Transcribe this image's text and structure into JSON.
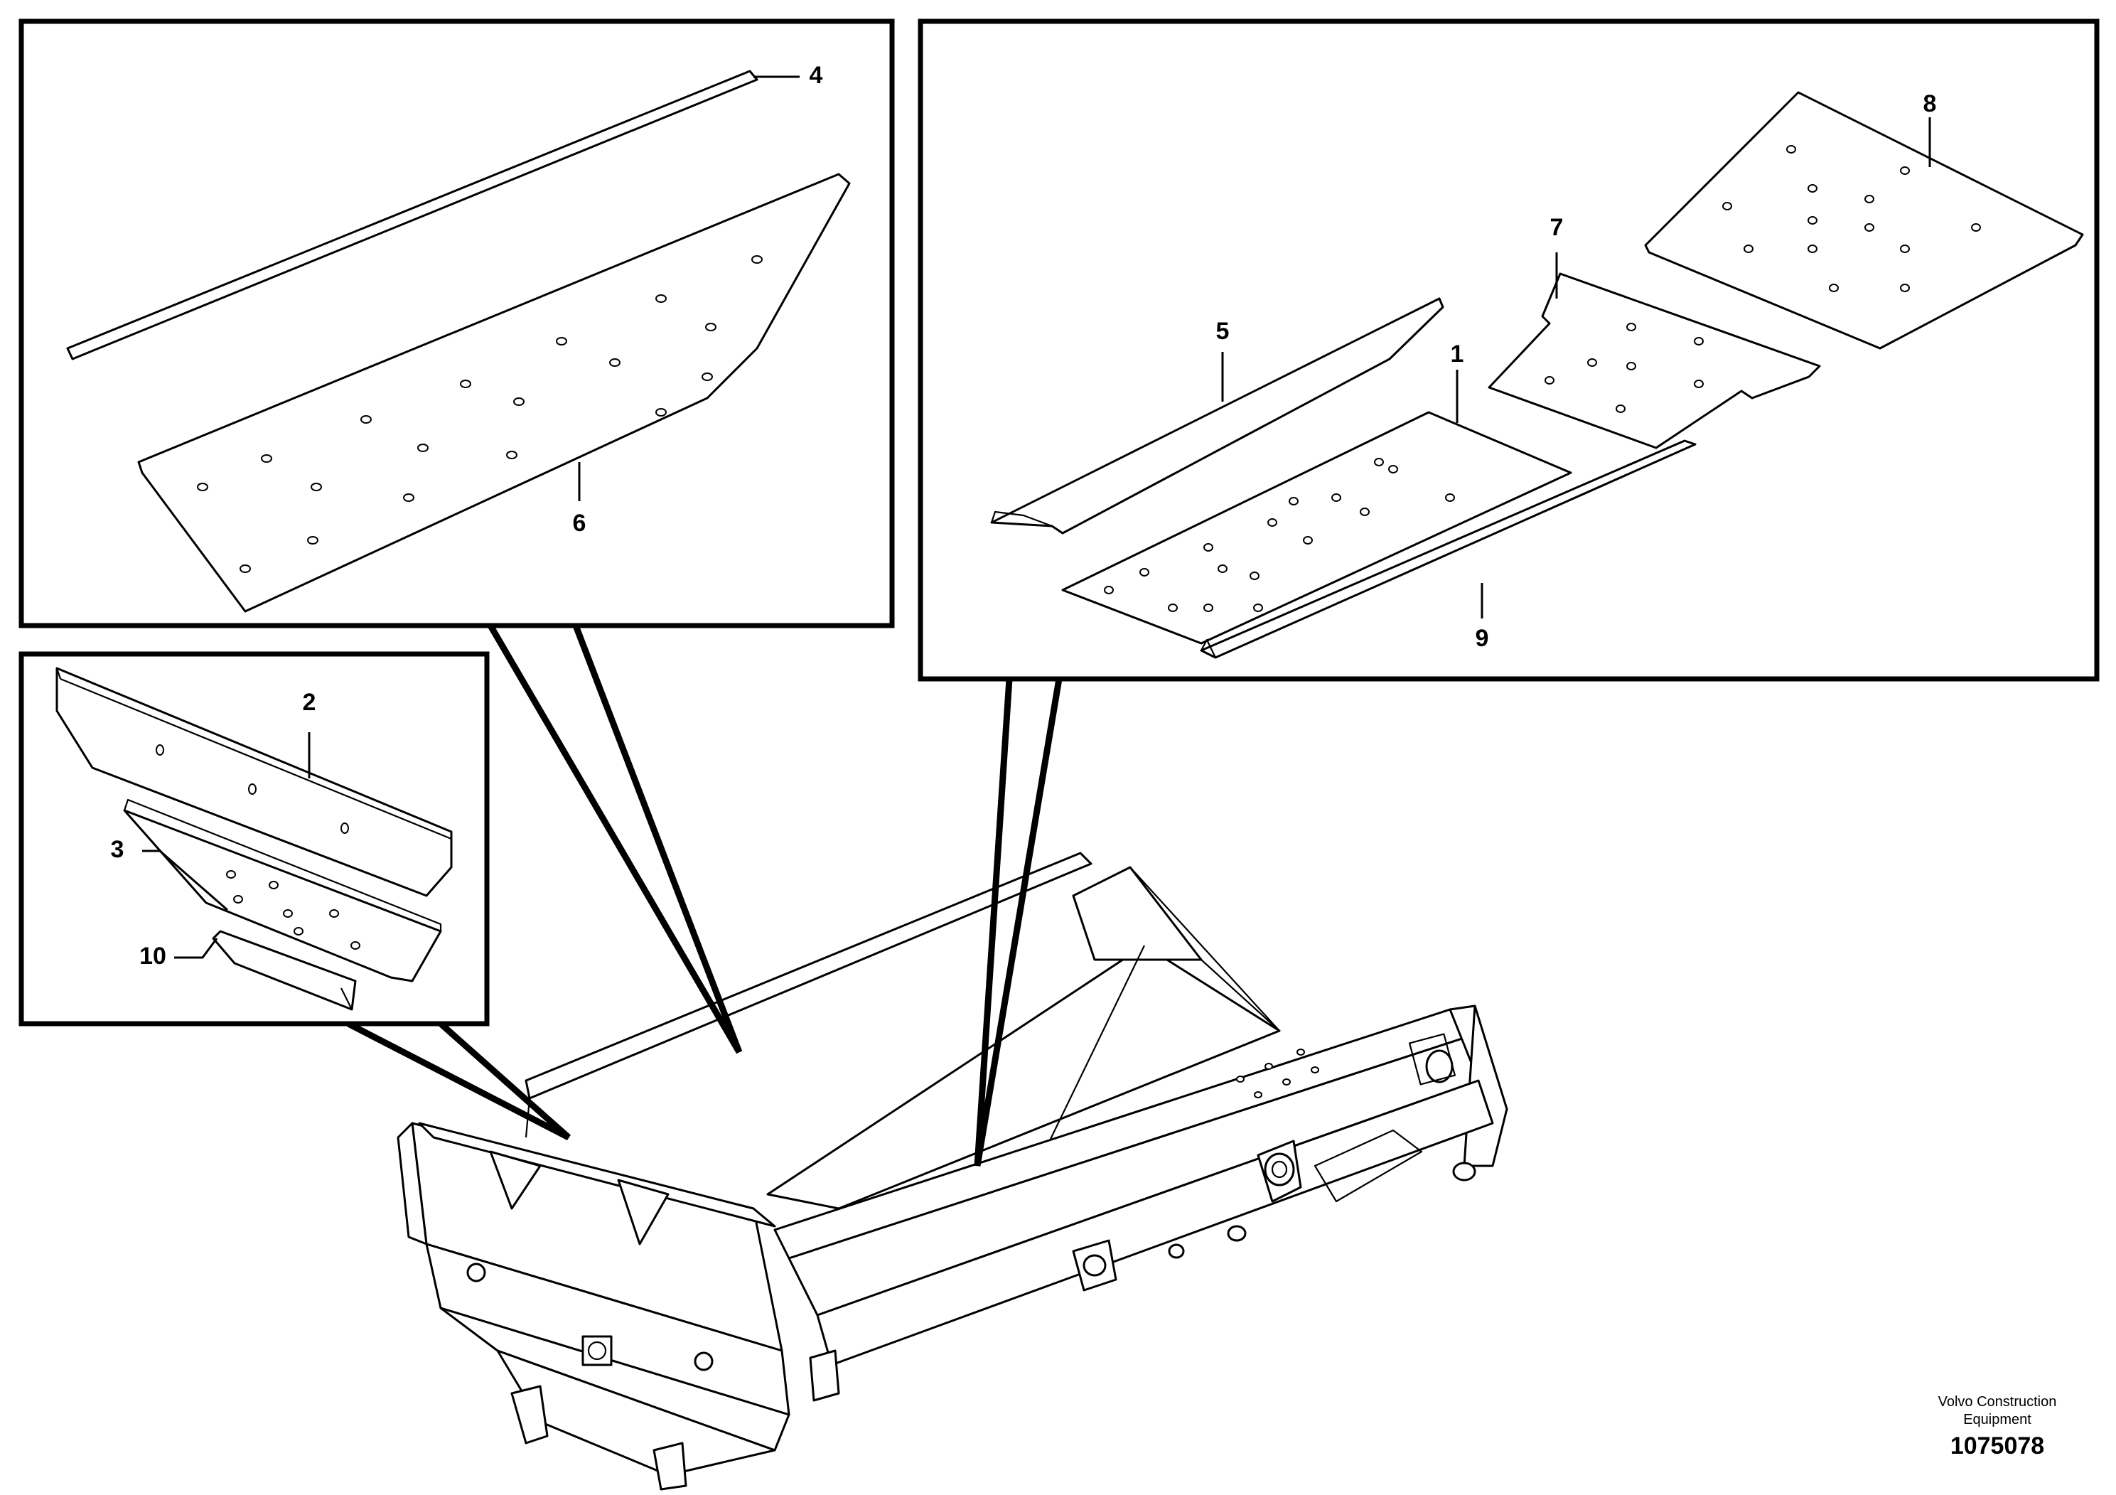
{
  "parts": [
    {
      "ref": "1"
    },
    {
      "ref": "2"
    },
    {
      "ref": "3"
    },
    {
      "ref": "4"
    },
    {
      "ref": "5"
    },
    {
      "ref": "6"
    },
    {
      "ref": "7"
    },
    {
      "ref": "8"
    },
    {
      "ref": "9"
    },
    {
      "ref": "10"
    }
  ],
  "footer": {
    "brand_line1": "Volvo Construction",
    "brand_line2": "Equipment",
    "document_number": "1075078"
  }
}
